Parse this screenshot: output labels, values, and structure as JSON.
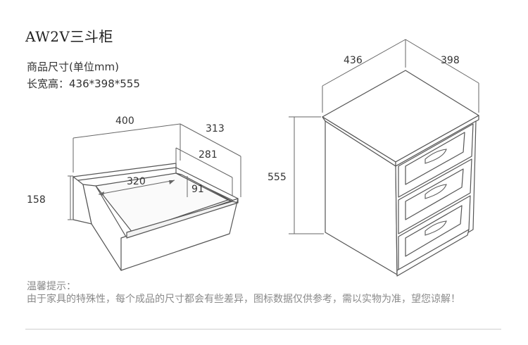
{
  "product": {
    "title": "AW2V三斗柜",
    "spec_label": "商品尺寸(单位mm)",
    "spec_value": "长宽高：436*398*555"
  },
  "drawer_dimensions": {
    "outer_length": "400",
    "outer_depth": "313",
    "inner_depth": "281",
    "inner_length": "320",
    "inner_height": "91",
    "outer_height": "158"
  },
  "cabinet_dimensions": {
    "width": "436",
    "depth": "398",
    "height": "555"
  },
  "note": {
    "title": "温馨提示：",
    "body": "由于家具的特殊性，每个成品的尺寸都会有些差异，图标数据仅供参考，需以实物为准，望您谅解！"
  },
  "colors": {
    "line": "#555555",
    "dim_line": "#666666",
    "text_muted": "#8a8a8a"
  }
}
